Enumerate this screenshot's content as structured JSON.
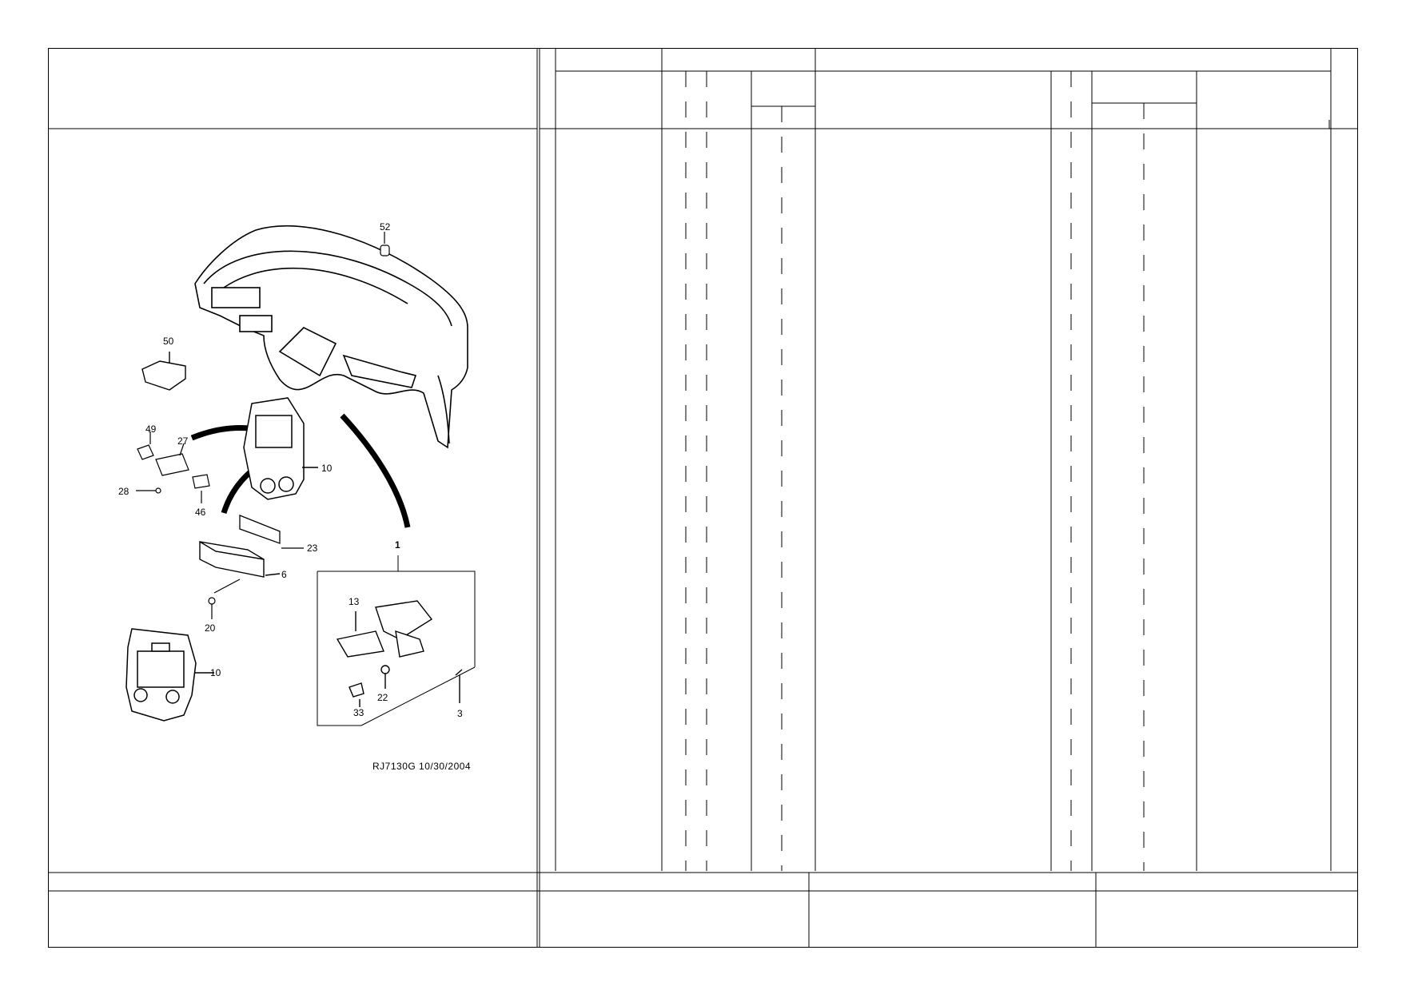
{
  "drawing": {
    "reference": "RJ7130G  10/30/2004",
    "callouts": [
      {
        "id": "c52",
        "text": "52"
      },
      {
        "id": "c50",
        "text": "50"
      },
      {
        "id": "c49",
        "text": "49"
      },
      {
        "id": "c27",
        "text": "27"
      },
      {
        "id": "c10a",
        "text": "10"
      },
      {
        "id": "c28",
        "text": "28"
      },
      {
        "id": "c46",
        "text": "46"
      },
      {
        "id": "c23",
        "text": "23"
      },
      {
        "id": "c6",
        "text": "6"
      },
      {
        "id": "c1",
        "text": "1"
      },
      {
        "id": "c20",
        "text": "20"
      },
      {
        "id": "c13",
        "text": "13"
      },
      {
        "id": "c10b",
        "text": "10"
      },
      {
        "id": "c22",
        "text": "22"
      },
      {
        "id": "c33",
        "text": "33"
      },
      {
        "id": "c3",
        "text": "3"
      }
    ]
  },
  "colors": {
    "line": "#000000",
    "paper": "#ffffff"
  }
}
